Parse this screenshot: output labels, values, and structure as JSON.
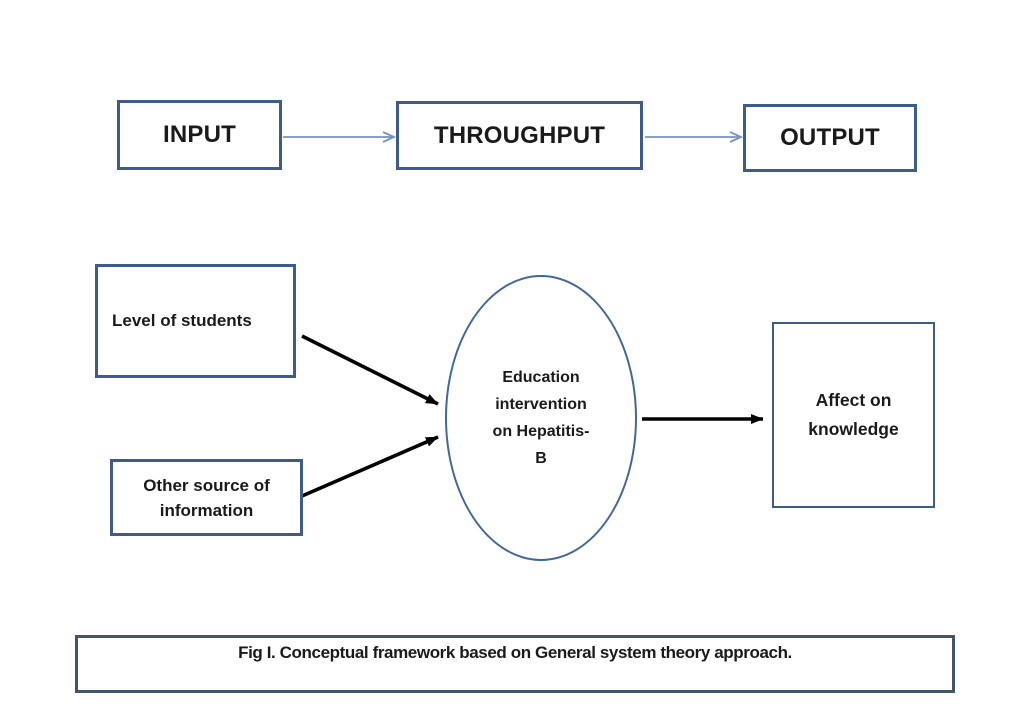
{
  "top_row": {
    "input_label": "INPUT",
    "throughput_label": "THROUGHPUT",
    "output_label": "OUTPUT"
  },
  "nodes": {
    "level_of_students": {
      "label": "Level of students"
    },
    "other_source": {
      "line1": "Other source of",
      "line2": "information"
    },
    "intervention": {
      "line1": "Education",
      "line2": "intervention",
      "line3": "on Hepatitis-",
      "line4": "B"
    },
    "affect": {
      "line1": "Affect on",
      "line2": "knowledge"
    }
  },
  "caption": "Fig I. Conceptual framework based on General system theory approach.",
  "colors": {
    "box_border": "#3d5c87",
    "ellipse_border": "#44679b",
    "caption_border": "#44546a",
    "connector_blue": "#7293c5",
    "connector_black": "#000000",
    "text": "#1a1a1a",
    "bg": "#ffffff"
  }
}
